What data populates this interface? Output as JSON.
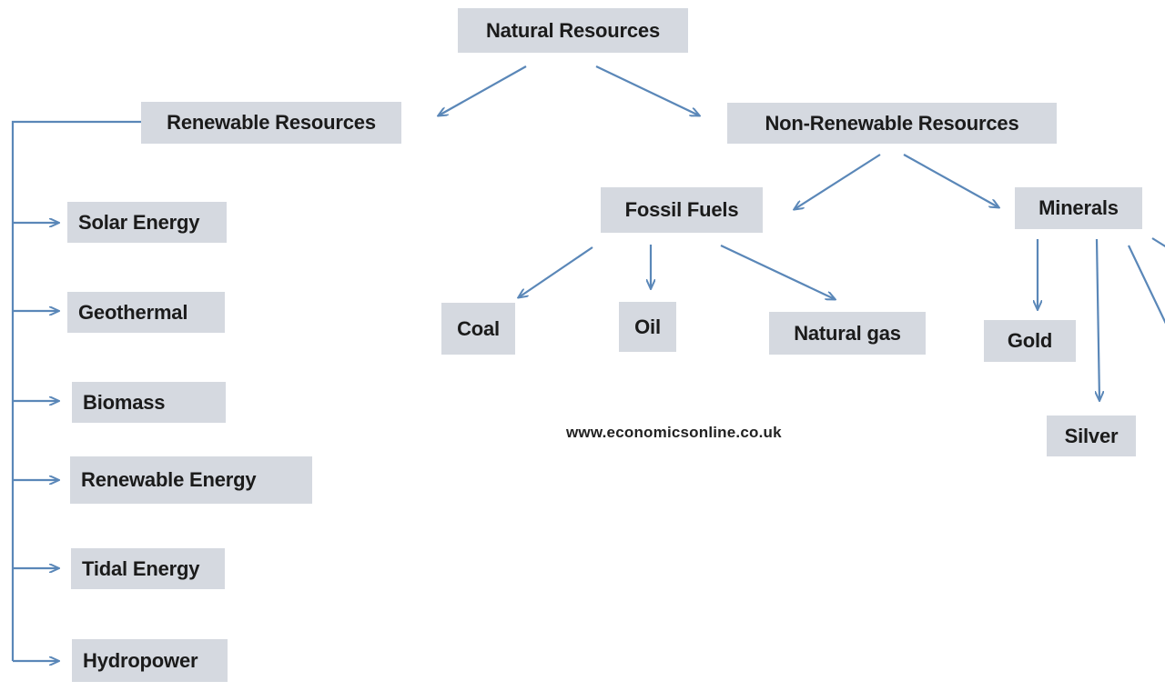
{
  "diagram": {
    "root": "Natural Resources",
    "renewable": {
      "label": "Renewable Resources",
      "items": [
        "Solar Energy",
        "Geothermal",
        "Biomass",
        "Renewable Energy",
        "Tidal Energy",
        "Hydropower"
      ]
    },
    "non_renewable": {
      "label": "Non-Renewable Resources",
      "fossil_fuels": {
        "label": "Fossil Fuels",
        "items": [
          "Coal",
          "Oil",
          "Natural gas"
        ]
      },
      "minerals": {
        "label": "Minerals",
        "items": [
          "Gold",
          "Silver"
        ]
      }
    },
    "watermark": "www.economicsonline.co.uk"
  },
  "colors": {
    "box_fill": "#d5d9e0",
    "arrow": "#5a87b8",
    "text": "#1b1b1b"
  }
}
